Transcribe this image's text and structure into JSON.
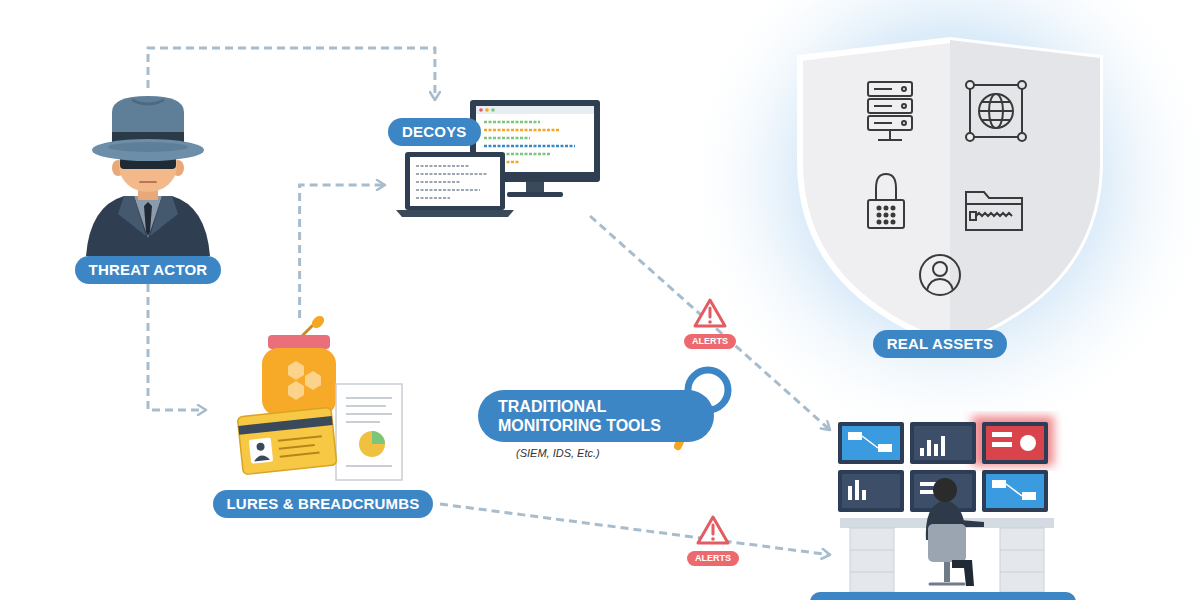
{
  "diagram": {
    "nodes": [
      {
        "text": [
          "THREAT ACTOR"
        ]
      },
      {
        "text": [
          "DECOYS"
        ]
      },
      {
        "text": [
          "LURES & BREADCRUMBS"
        ]
      },
      {
        "text": [
          "TRADITIONAL MONITORING TOOLS",
          "(SIEM, IDS, Etc.)"
        ]
      },
      {
        "text": [
          "REAL ASSETS"
        ]
      },
      {
        "text": []
      }
    ],
    "edges": [
      {
        "from": 0,
        "to": 1,
        "arrow": "to"
      },
      {
        "from": 0,
        "to": 2,
        "arrow": "to"
      },
      {
        "from": 2,
        "to": 1,
        "arrow": "to"
      },
      {
        "from": 1,
        "to": 5,
        "label": "ALERTS",
        "arrow": "to"
      },
      {
        "from": 2,
        "to": 5,
        "label": "ALERTS",
        "arrow": "to"
      }
    ]
  }
}
